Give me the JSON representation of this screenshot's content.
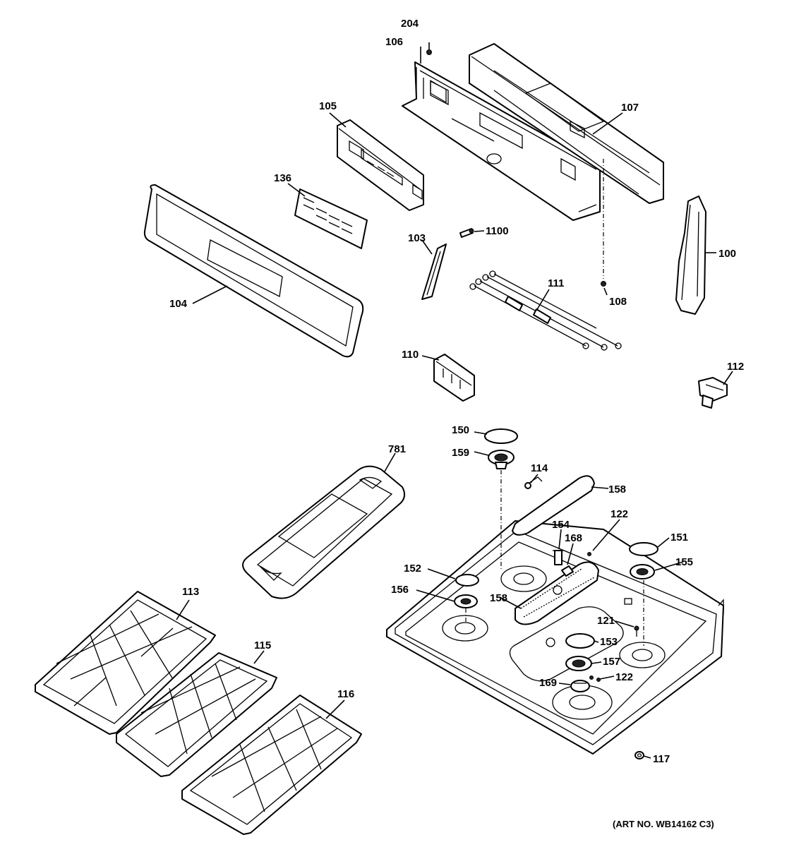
{
  "callouts": {
    "p204": "204",
    "p106": "106",
    "p107": "107",
    "p105": "105",
    "p136": "136",
    "p104": "104",
    "p103": "103",
    "p1100": "1100",
    "p100": "100",
    "p111": "111",
    "p108": "108",
    "p110": "110",
    "p112": "112",
    "p150": "150",
    "p159": "159",
    "p781": "781",
    "p114": "114",
    "p158a": "158",
    "p122a": "122",
    "p154": "154",
    "p168": "168",
    "p151": "151",
    "p155": "155",
    "p152": "152",
    "p156": "156",
    "p158b": "158",
    "p121": "121",
    "p153": "153",
    "p157": "157",
    "p122b": "122",
    "p169": "169",
    "p113": "113",
    "p115": "115",
    "p116": "116",
    "p117": "117"
  },
  "art_number": "(ART NO. WB14162 C3)"
}
